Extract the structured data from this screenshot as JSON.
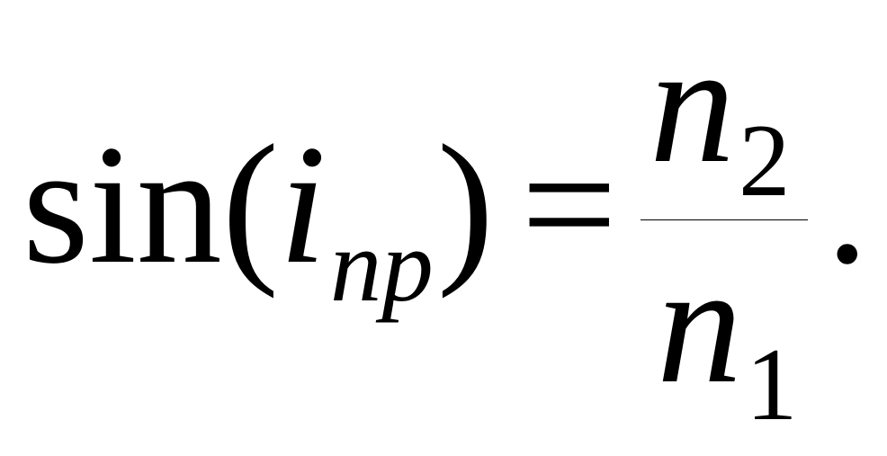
{
  "formula": {
    "function": "sin",
    "open_paren": "(",
    "variable": "i",
    "subscript": "np",
    "close_paren": ")",
    "equals": "=",
    "numerator": {
      "symbol": "n",
      "index": "2"
    },
    "denominator": {
      "symbol": "n",
      "index": "1"
    },
    "period": "."
  }
}
